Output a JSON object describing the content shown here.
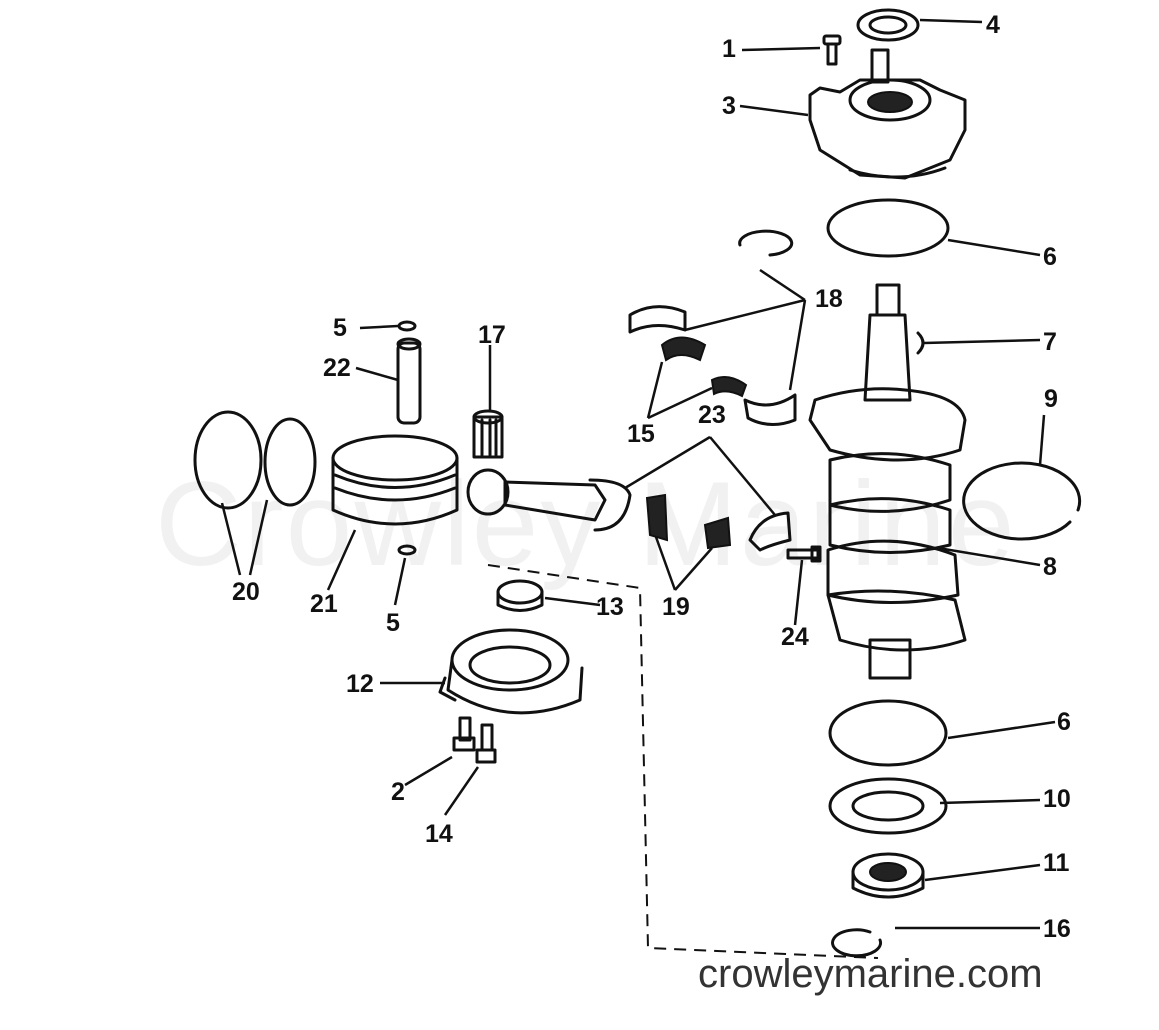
{
  "watermark": "Crowley Marine",
  "site_url": "crowleymarine.com",
  "callouts": {
    "c1": "1",
    "c2": "2",
    "c3": "3",
    "c4": "4",
    "c5a": "5",
    "c5b": "5",
    "c6a": "6",
    "c6b": "6",
    "c7": "7",
    "c8": "8",
    "c9": "9",
    "c10": "10",
    "c11": "11",
    "c12": "12",
    "c13": "13",
    "c14": "14",
    "c15": "15",
    "c16": "16",
    "c17": "17",
    "c18": "18",
    "c19": "19",
    "c20": "20",
    "c21": "21",
    "c22": "22",
    "c23": "23",
    "c24": "24"
  }
}
